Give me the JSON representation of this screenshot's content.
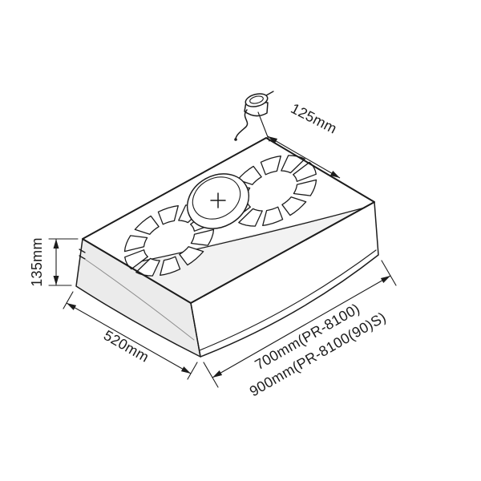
{
  "diagram": {
    "labels": {
      "duct_diameter": "125mm",
      "body_height": "135mm",
      "body_depth": "520mm",
      "body_width_line1": "700mm(PR-8100)",
      "body_width_line2": "900mm(PR-8100(90)S)"
    },
    "colors": {
      "line": "#1c1c1c",
      "background": "#ffffff",
      "shade_light": "#fafafa",
      "shade_dark": "#d2d2d2"
    }
  }
}
